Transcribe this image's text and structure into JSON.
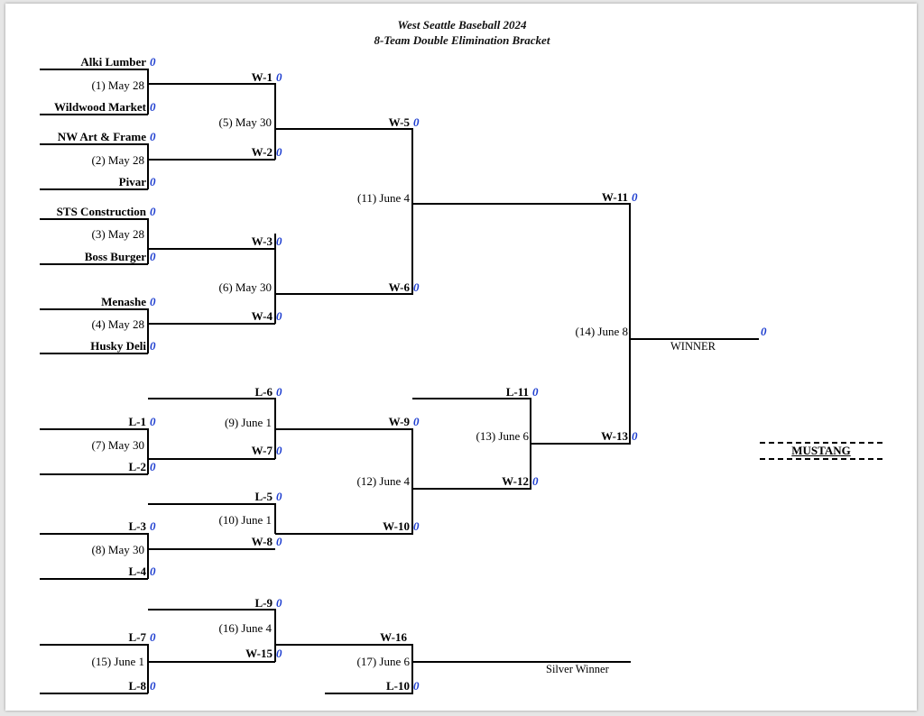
{
  "title": "West Seattle Baseball 2024",
  "subtitle": "8-Team Double Elimination Bracket",
  "teams": {
    "t1": "Alki Lumber",
    "t2": "Wildwood Market",
    "t3": "NW Art & Frame",
    "t4": "Pivar",
    "t5": "STS Construction",
    "t6": "Boss Burger",
    "t7": "Menashe",
    "t8": "Husky Deli"
  },
  "slots": {
    "W1": "W-1",
    "W2": "W-2",
    "W3": "W-3",
    "W4": "W-4",
    "W5": "W-5",
    "W6": "W-6",
    "W7": "W-7",
    "W8": "W-8",
    "W9": "W-9",
    "W10": "W-10",
    "W11": "W-11",
    "W12": "W-12",
    "W13": "W-13",
    "W15": "W-15",
    "W16": "W-16",
    "L1": "L-1",
    "L2": "L-2",
    "L3": "L-3",
    "L4": "L-4",
    "L5": "L-5",
    "L6": "L-6",
    "L7": "L-7",
    "L8": "L-8",
    "L9": "L-9",
    "L10": "L-10",
    "L11": "L-11"
  },
  "games": {
    "g1": "(1) May 28",
    "g2": "(2) May 28",
    "g3": "(3) May 28",
    "g4": "(4) May 28",
    "g5": "(5) May 30",
    "g6": "(6) May 30",
    "g7": "(7) May 30",
    "g8": "(8) May 30",
    "g9": "(9) June 1",
    "g10": "(10) June 1",
    "g11": "(11) June 4",
    "g12": "(12) June 4",
    "g13": "(13) June 6",
    "g14": "(14) June 8",
    "g15": "(15) June 1",
    "g16": "(16) June 4",
    "g17": "(17) June 6"
  },
  "score": "0",
  "winner_label": "WINNER",
  "silver_label": "Silver Winner",
  "badge": "MUSTANG"
}
